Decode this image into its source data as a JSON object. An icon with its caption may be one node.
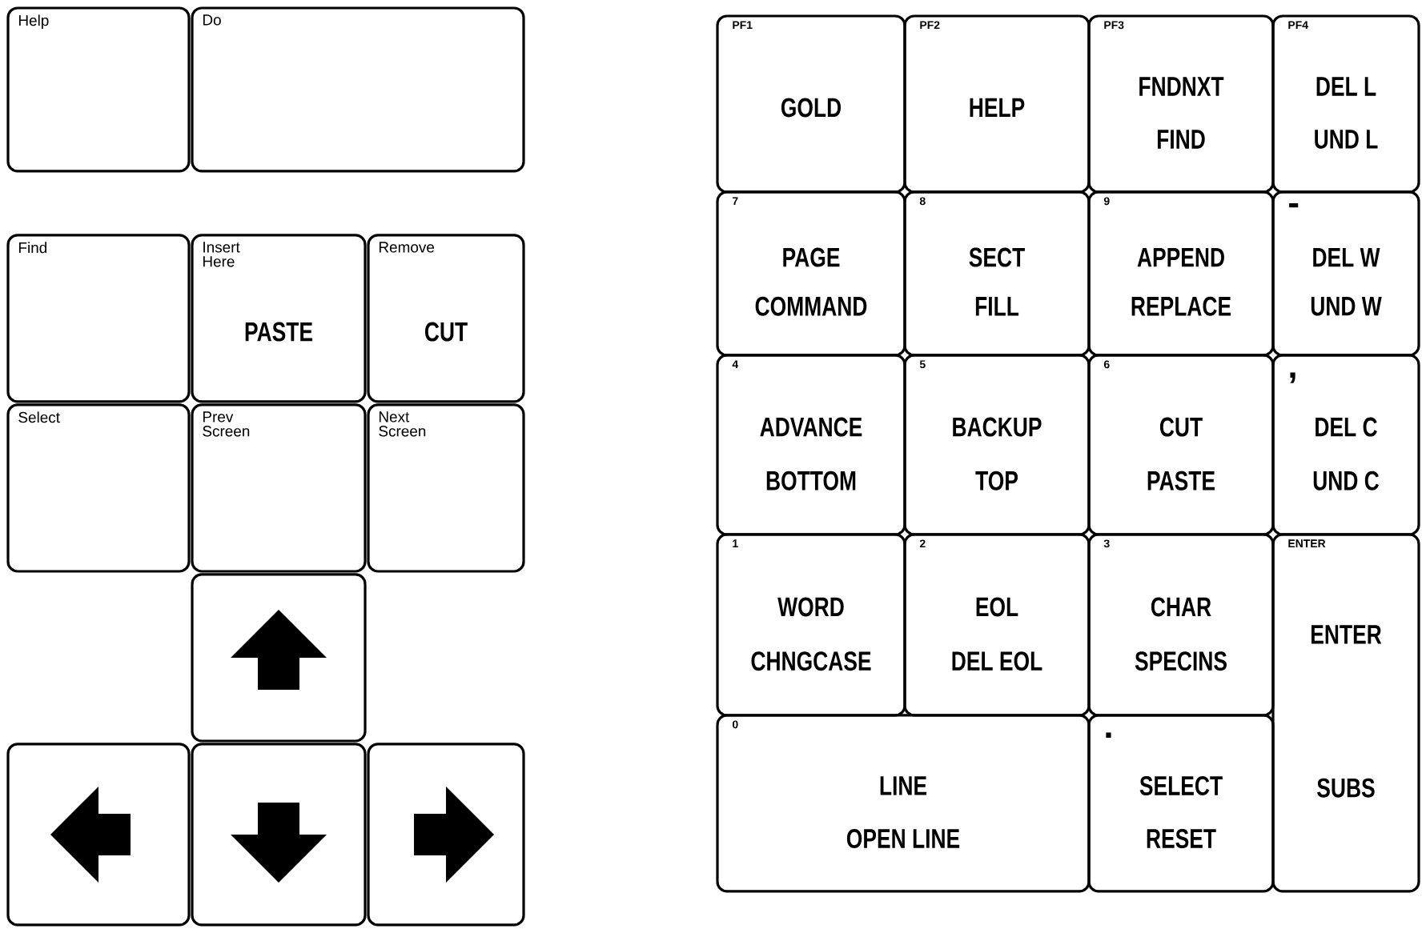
{
  "diagram": {
    "nodes": [
      {
        "text": [
          "Help"
        ]
      },
      {
        "text": [
          "Do"
        ]
      },
      {
        "text": [
          "Find"
        ]
      },
      {
        "text": [
          "Insert Here",
          "PASTE"
        ]
      },
      {
        "text": [
          "Remove",
          "CUT"
        ]
      },
      {
        "text": [
          "Select"
        ]
      },
      {
        "text": [
          "Prev Screen"
        ]
      },
      {
        "text": [
          "Next Screen"
        ]
      },
      {
        "text": [],
        "shape": "box"
      },
      {
        "text": [],
        "shape": "box"
      },
      {
        "text": [],
        "shape": "box"
      },
      {
        "text": [],
        "shape": "box"
      },
      {
        "text": [
          "PF1",
          "GOLD"
        ]
      },
      {
        "text": [
          "PF2",
          "HELP"
        ]
      },
      {
        "text": [
          "PF3",
          "FNDNXT",
          "FIND"
        ]
      },
      {
        "text": [
          "PF4",
          "DEL L",
          "UND L"
        ]
      },
      {
        "text": [
          "7",
          "PAGE",
          "COMMAND"
        ]
      },
      {
        "text": [
          "8",
          "SECT",
          "FILL"
        ]
      },
      {
        "text": [
          "9",
          "APPEND",
          "REPLACE"
        ]
      },
      {
        "text": [
          "-",
          "DEL W",
          "UND W"
        ]
      },
      {
        "text": [
          "4",
          "ADVANCE",
          "BOTTOM"
        ]
      },
      {
        "text": [
          "5",
          "BACKUP",
          "TOP"
        ]
      },
      {
        "text": [
          "6",
          "CUT",
          "PASTE"
        ]
      },
      {
        "text": [
          ",",
          "DEL C",
          "UND C"
        ]
      },
      {
        "text": [
          "1",
          "WORD",
          "CHNGCASE"
        ]
      },
      {
        "text": [
          "2",
          "EOL",
          "DEL EOL"
        ]
      },
      {
        "text": [
          "3",
          "CHAR",
          "SPECINS"
        ]
      },
      {
        "text": [
          "ENTER",
          "ENTER",
          "SUBS"
        ]
      },
      {
        "text": [
          "0",
          "LINE",
          "OPEN LINE"
        ]
      },
      {
        "text": [
          ".",
          "SELECT",
          "RESET"
        ]
      }
    ]
  }
}
